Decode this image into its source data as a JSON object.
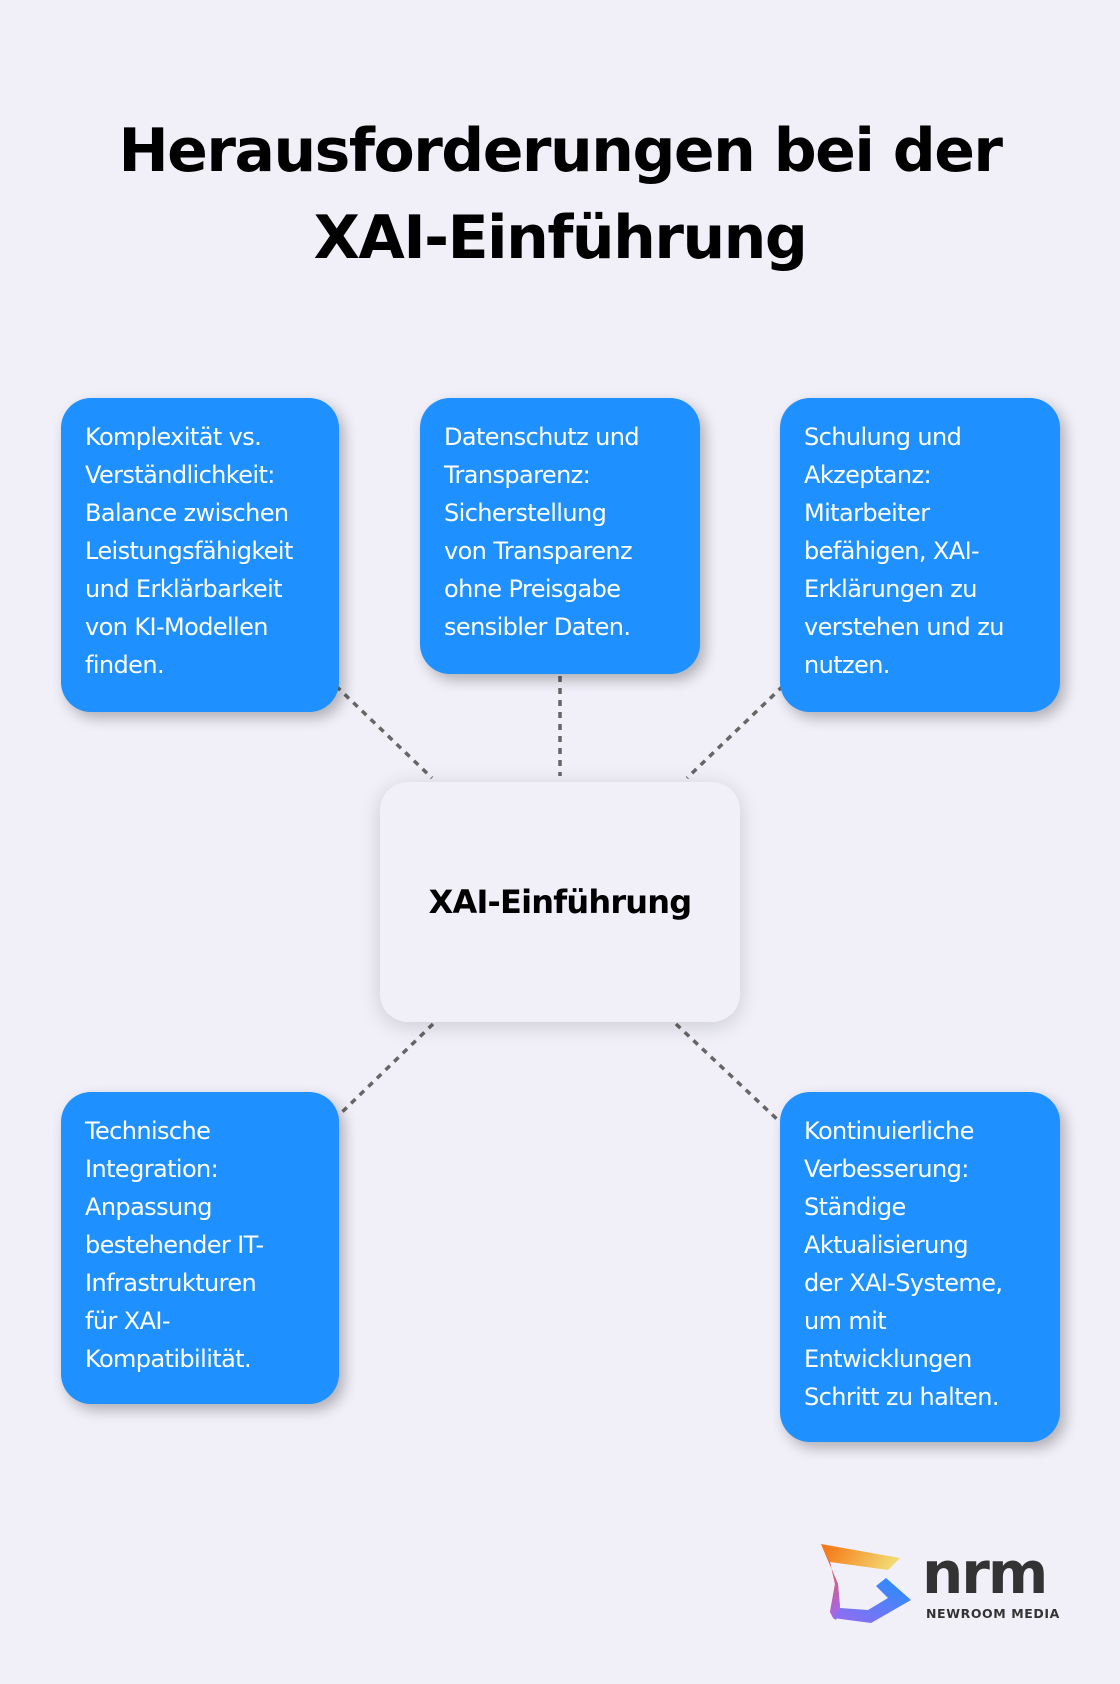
{
  "title": {
    "line1": "Herausforderungen bei der",
    "line2": "XAI-Einführung"
  },
  "center": {
    "label": "XAI-Einführung"
  },
  "nodes": [
    {
      "id": "komplexitaet",
      "lines": [
        "Komplexität vs.",
        "Verständlichkeit:",
        "Balance zwischen",
        "Leistungsfähigkeit",
        "und Erklärbarkeit",
        "von KI-Modellen",
        "finden."
      ]
    },
    {
      "id": "datenschutz",
      "lines": [
        "Datenschutz und",
        "Transparenz:",
        "Sicherstellung",
        "von Transparenz",
        "ohne Preisgabe",
        "sensibler Daten."
      ]
    },
    {
      "id": "schulung",
      "lines": [
        "Schulung und",
        "Akzeptanz:",
        "Mitarbeiter",
        "befähigen, XAI-",
        "Erklärungen zu",
        "verstehen und zu",
        "nutzen."
      ]
    },
    {
      "id": "integration",
      "lines": [
        "Technische",
        "Integration:",
        "Anpassung",
        "bestehender IT-",
        "Infrastrukturen",
        "für XAI-",
        "Kompatibilität."
      ]
    },
    {
      "id": "verbesserung",
      "lines": [
        "Kontinuierliche",
        "Verbesserung:",
        "Ständige",
        "Aktualisierung",
        "der XAI-Systeme,",
        "um mit",
        "Entwicklungen",
        "Schritt zu halten."
      ]
    }
  ],
  "logo": {
    "wordmark": "nrm",
    "tagline": "NEWROOM MEDIA"
  },
  "colors": {
    "background": "#F1F0F9",
    "node_fill": "#1E90FF",
    "node_text": "#FFFFFF",
    "connector": "#666666",
    "logo_text": "#333333"
  }
}
